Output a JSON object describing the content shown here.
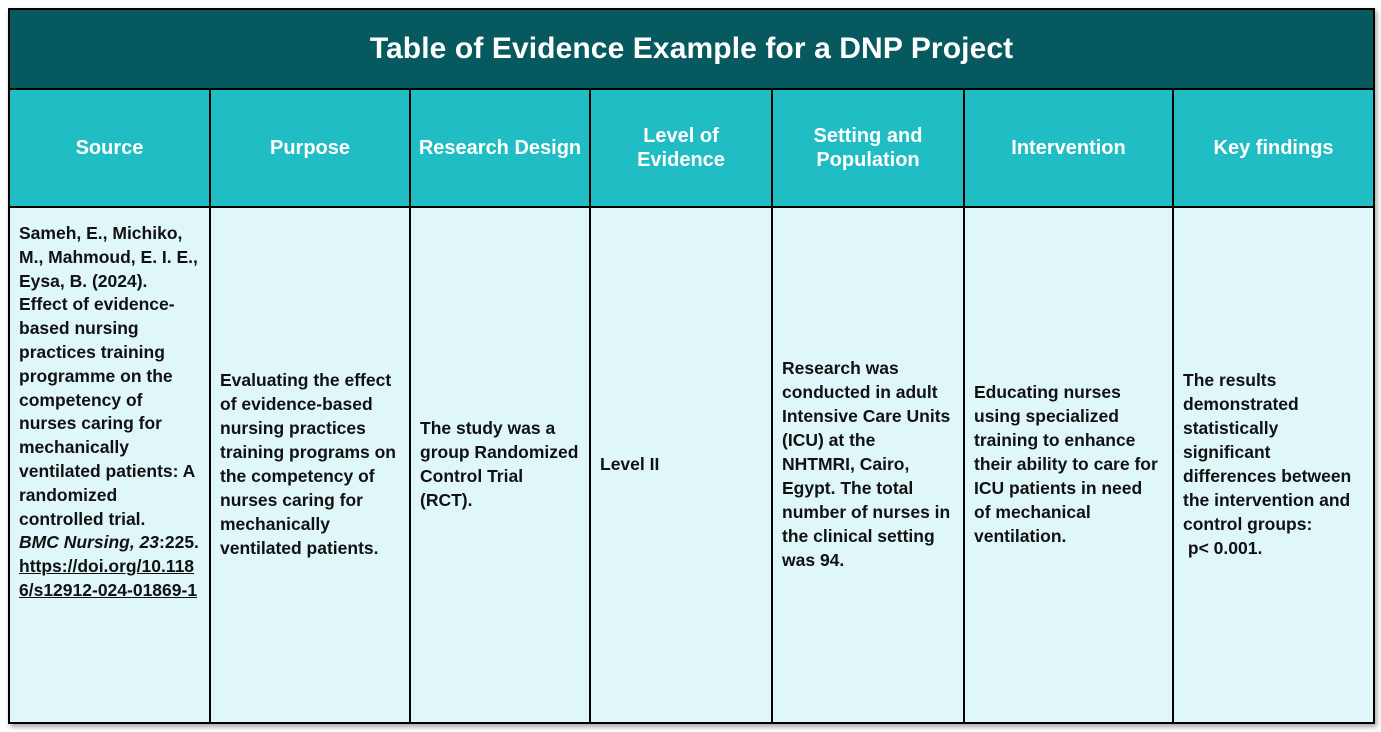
{
  "table": {
    "title": "Table of Evidence Example for a DNP Project",
    "colors": {
      "title_bar": "#06595E",
      "header_row": "#21BDC5",
      "body_cell": "#E0F7FA",
      "border": "#000000",
      "header_text": "#FFFFFF",
      "body_text": "#111111"
    },
    "columns": [
      {
        "key": "source",
        "label": "Source"
      },
      {
        "key": "purpose",
        "label": "Purpose"
      },
      {
        "key": "design",
        "label": "Research Design"
      },
      {
        "key": "level",
        "label": "Level of Evidence"
      },
      {
        "key": "setting",
        "label": "Setting and Population"
      },
      {
        "key": "intervention",
        "label": "Intervention"
      },
      {
        "key": "findings",
        "label": "Key findings"
      }
    ],
    "rows": [
      {
        "source": {
          "citation": "Sameh, E., Michiko, M., Mahmoud, E. I. E., Eysa, B. (2024). Effect of evidence-based nursing practices training programme on the competency of nurses caring for mechanically ventilated patients: A randomized controlled trial. ",
          "journal": "BMC Nursing, 23",
          "journal_suffix": ":225.",
          "doi": "https://doi.org/10.1186/s12912-024-01869-1"
        },
        "purpose": "Evaluating the effect of evidence-based nursing practices training programs on the competency of nurses caring for mechanically ventilated patients.",
        "design": "The study was a group Randomized Control Trial (RCT).",
        "level": "Level II",
        "setting": "Research was conducted in adult Intensive Care Units (ICU) at the NHTMRI, Cairo, Egypt. The total number of nurses in the clinical setting was 94.",
        "intervention": "Educating nurses using specialized training to enhance their ability to care for ICU patients in need of mechanical ventilation.",
        "findings": "The results demonstrated statistically significant differences between the intervention and control groups:\n p< 0.001."
      }
    ]
  }
}
